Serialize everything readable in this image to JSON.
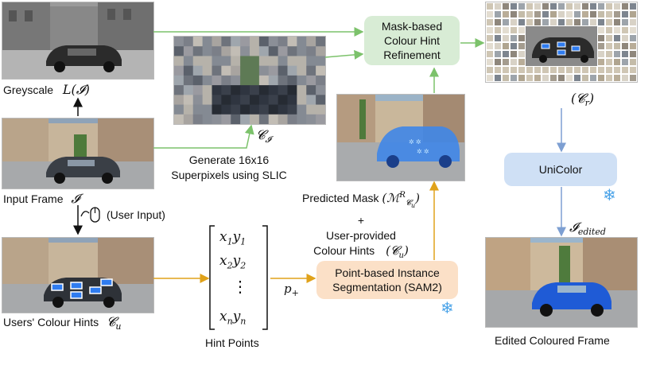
{
  "labels": {
    "greyscale": "Greyscale",
    "greyscale_math": "L(𝓘)",
    "input_frame": "Input Frame",
    "input_frame_math": "𝓘",
    "user_input": "(User Input)",
    "users_hints": "Users' Colour Hints",
    "users_hints_math": "𝓒",
    "users_hints_sub": "u",
    "superpixel_math": "𝓒",
    "superpixel_sub": "𝓘",
    "generate_line1": "Generate 16x16",
    "generate_line2": "Superpixels using SLIC",
    "hint_points": "Hint Points",
    "p_plus": "p",
    "p_plus_sub": "+",
    "predicted_mask": "Predicted Mask",
    "plus": "+",
    "user_provided": "User-provided",
    "colour_hints": "Colour Hints",
    "cu_math": "(𝓒",
    "cu_sub": "u",
    "cu_close": ")",
    "cr_math": "(𝓒",
    "cr_sub": "r",
    "cr_close": ")",
    "i_edited": "𝓘",
    "i_edited_sub": "edited",
    "edited_frame": "Edited Coloured Frame"
  },
  "matrix_rows": [
    {
      "x": "x",
      "xs": "1",
      "y": "y",
      "ys": "1"
    },
    {
      "x": "x",
      "xs": "2",
      "y": "y",
      "ys": "2"
    },
    {
      "dots": "⋮"
    },
    {
      "x": "x",
      "xs": "n",
      "y": "y",
      "ys": "n"
    }
  ],
  "boxes": {
    "refinement": [
      "Mask-based",
      "Colour Hint",
      "Refinement"
    ],
    "sam": [
      "Point-based Instance",
      "Segmentation (SAM2)"
    ],
    "unicolor": "UniColor"
  },
  "colors": {
    "green_arrow": "#7cc26b",
    "orange_arrow": "#e0a21a",
    "blue_arrow": "#7d9fd2",
    "refinement_fill": "#d8ecd5",
    "sam_fill": "#fbe0c7",
    "unicolor_fill": "#cfe0f5",
    "hint_blue": "#2f7cf0",
    "car_blue": "#1f5bd6"
  },
  "icons": {
    "mouse": "mouse-icon",
    "snowflake": "snowflake-icon"
  }
}
